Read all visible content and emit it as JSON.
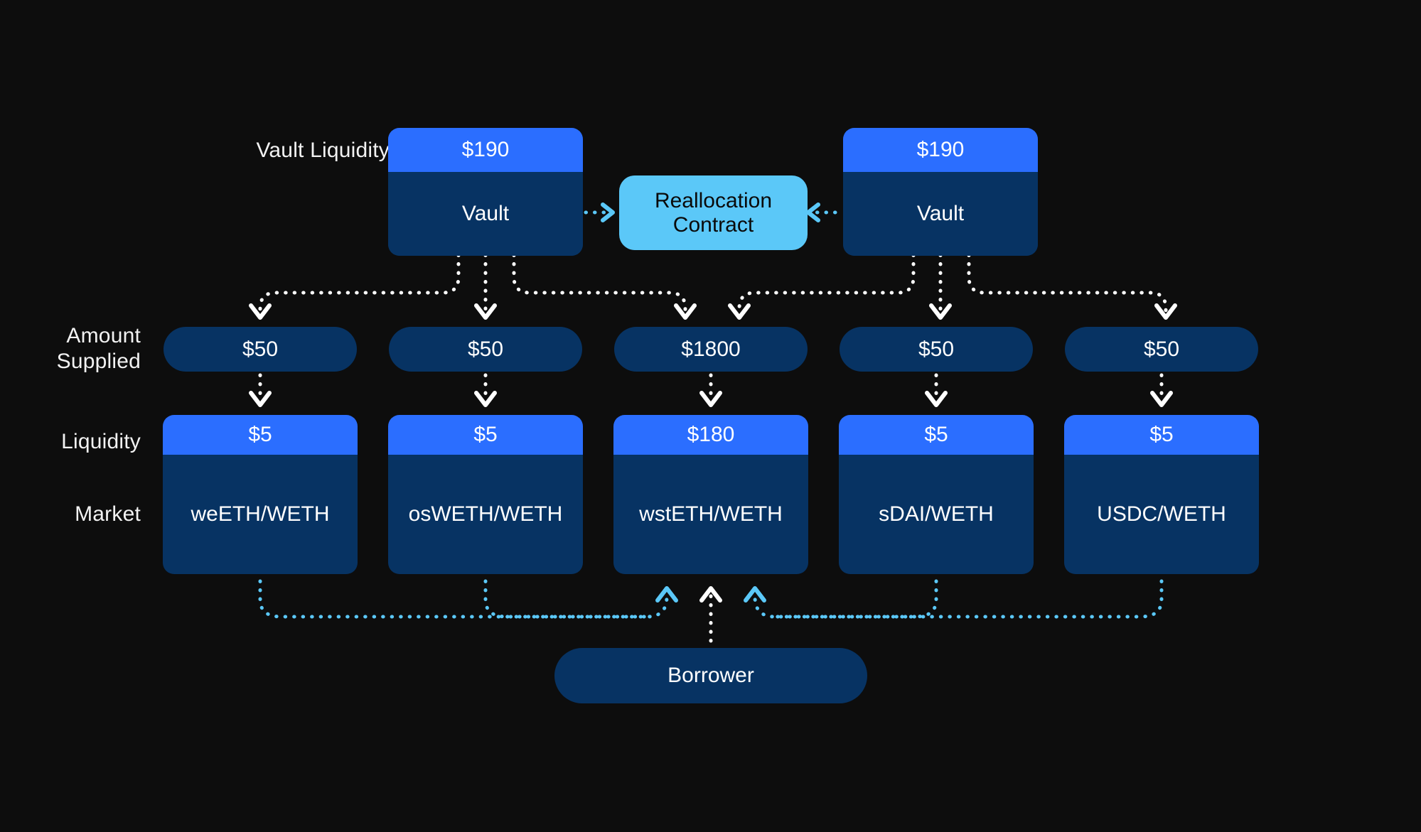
{
  "canvas": {
    "background": "#0d0d0d",
    "white": "#ffffff",
    "accent_blue": "#2b6eff",
    "deep_navy": "#073363",
    "cyan": "#5bc8f8"
  },
  "row_labels": {
    "vault_liquidity": "Vault Liquidity",
    "amount_supplied": "Amount\nSupplied",
    "liquidity": "Liquidity",
    "market": "Market"
  },
  "vaults": [
    {
      "liquidity": "$190",
      "name": "Vault"
    },
    {
      "liquidity": "$190",
      "name": "Vault"
    }
  ],
  "reallocation_contract": {
    "label": "Reallocation\nContract"
  },
  "amounts_supplied": [
    "$50",
    "$50",
    "$1800",
    "$50",
    "$50"
  ],
  "markets": [
    {
      "liquidity": "$5",
      "name": "weETH/WETH"
    },
    {
      "liquidity": "$5",
      "name": "osWETH/WETH"
    },
    {
      "liquidity": "$180",
      "name": "wstETH/WETH"
    },
    {
      "liquidity": "$5",
      "name": "sDAI/WETH"
    },
    {
      "liquidity": "$5",
      "name": "USDC/WETH"
    }
  ],
  "borrower": {
    "label": "Borrower"
  }
}
